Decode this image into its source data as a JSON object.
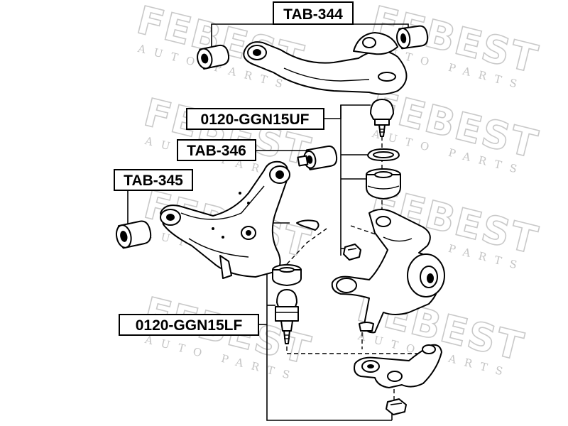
{
  "watermark": {
    "brand": "FEBEST",
    "subtitle": "AUTO PARTS"
  },
  "callouts": {
    "upper_arm_bushing": "TAB-344",
    "upper_ball_joint": "0120-GGN15UF",
    "lower_arm_rear_bushing": "TAB-346",
    "lower_arm_front_bushing": "TAB-345",
    "lower_ball_joint": "0120-GGN15LF"
  },
  "colors": {
    "line": "#000000",
    "watermark": "#c9c9c9",
    "background": "#ffffff"
  }
}
